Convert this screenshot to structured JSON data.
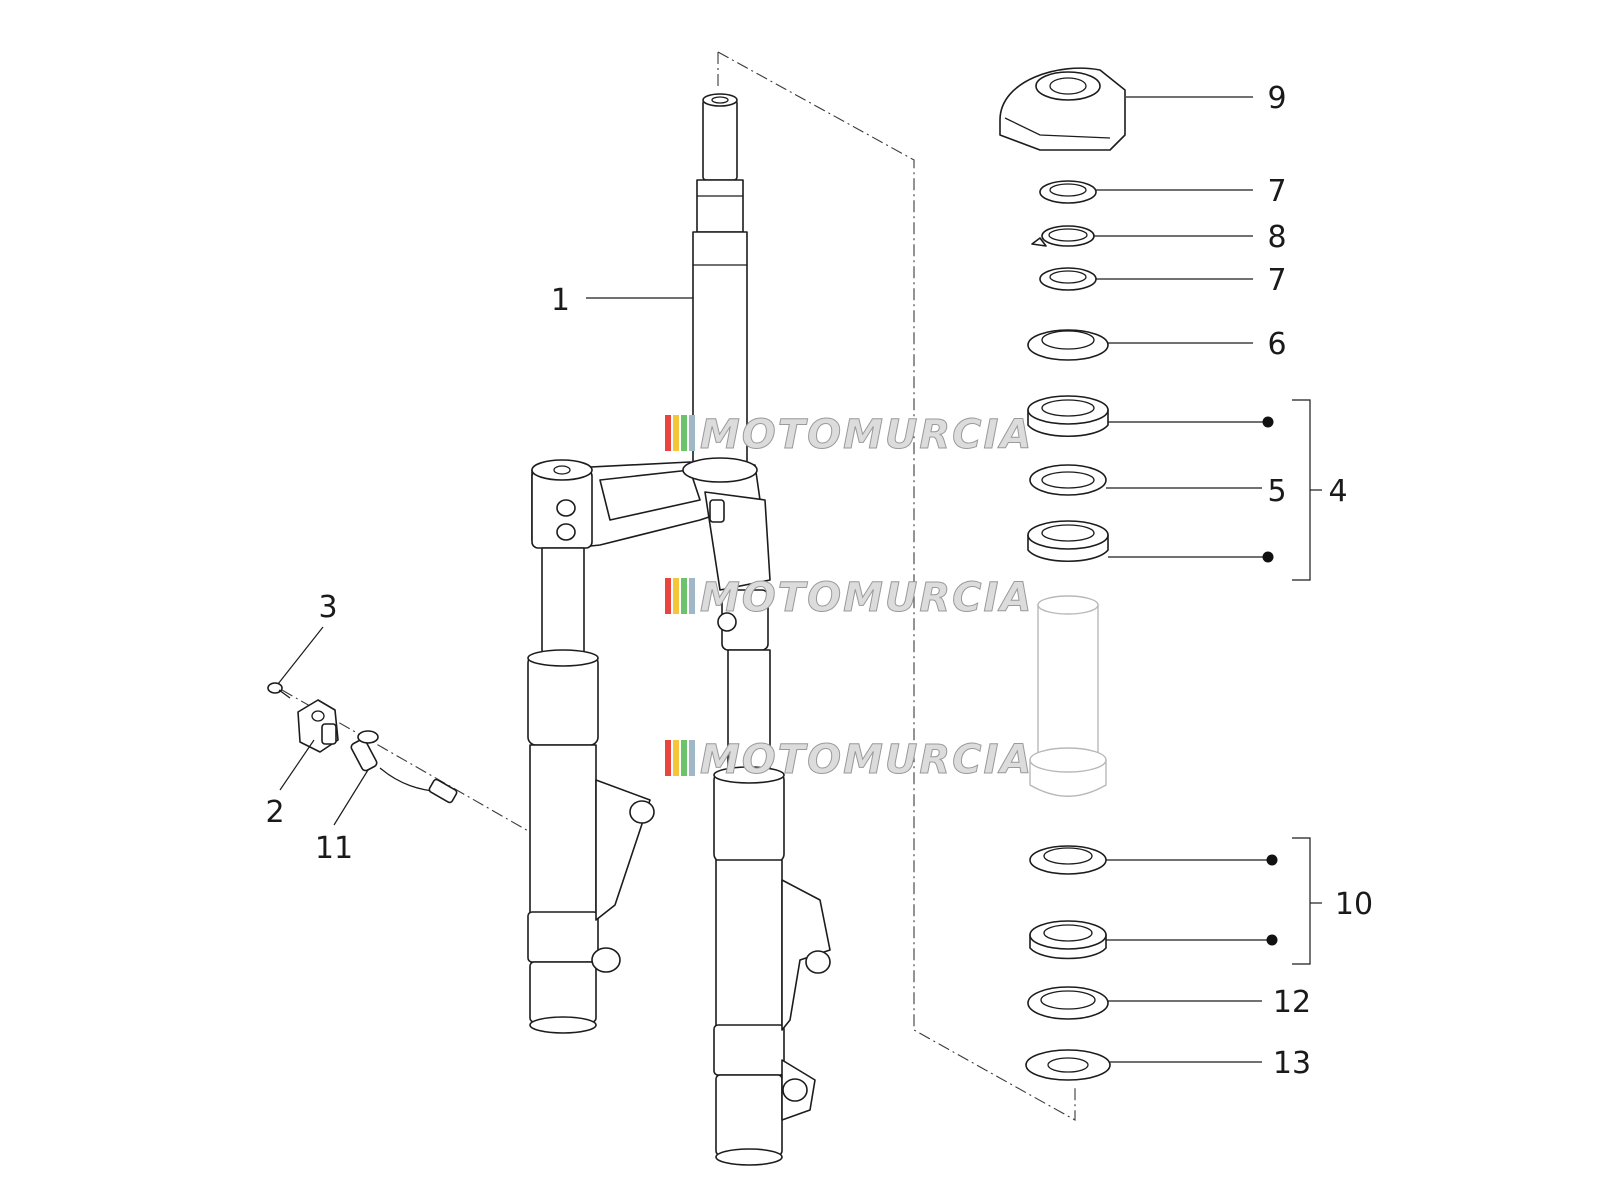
{
  "diagram": {
    "callouts": [
      "1",
      "2",
      "3",
      "4",
      "5",
      "6",
      "7",
      "8",
      "7",
      "9",
      "10",
      "11",
      "12",
      "13"
    ]
  },
  "watermark": {
    "text": "MOTOMURCIA",
    "stripe_colors": [
      "#e8463c",
      "#f5c63a",
      "#6cc36b",
      "#9fb8c8"
    ]
  }
}
